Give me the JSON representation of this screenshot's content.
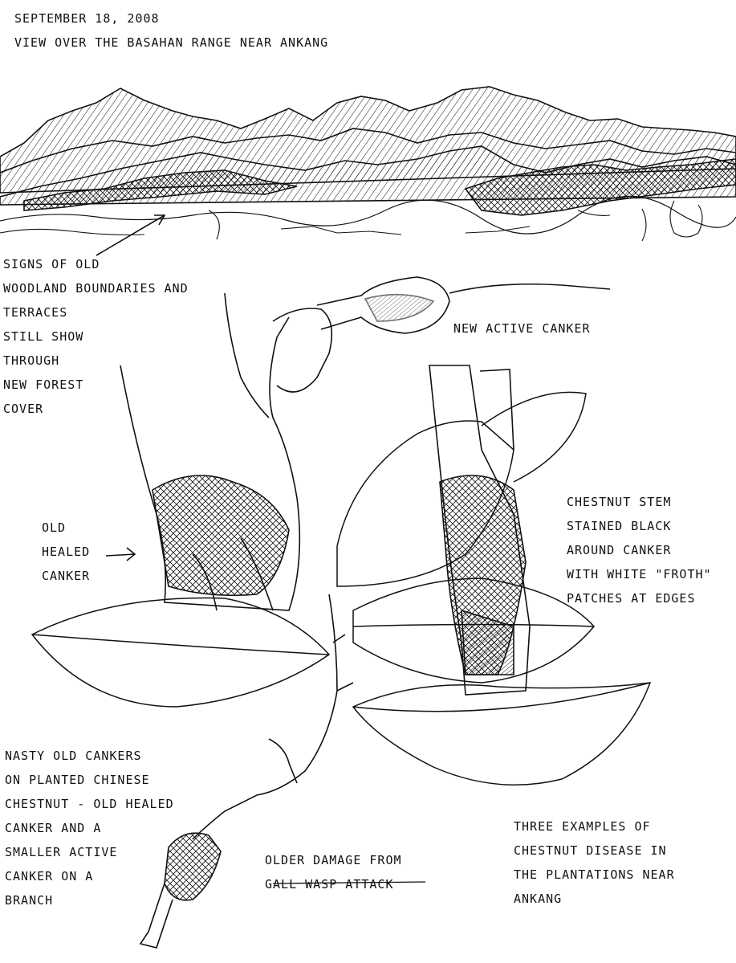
{
  "header": {
    "date": "SEPTEMBER 18, 2008",
    "title": "VIEW OVER THE BASAHAN RANGE NEAR ANKANG"
  },
  "annotations": {
    "woodland": [
      "SIGNS OF OLD",
      "WOODLAND BOUNDARIES AND",
      "TERRACES",
      "STILL SHOW",
      "THROUGH",
      "NEW FOREST",
      "COVER"
    ],
    "new_active_canker": "NEW ACTIVE CANKER",
    "old_healed_canker": [
      "OLD",
      "HEALED",
      "CANKER"
    ],
    "chestnut_stem": [
      "CHESTNUT STEM",
      "STAINED BLACK",
      "AROUND CANKER",
      "WITH WHITE \"FROTH\"",
      "PATCHES AT EDGES"
    ],
    "nasty_cankers": [
      "NASTY OLD CANKERS",
      "ON PLANTED CHINESE",
      "CHESTNUT - OLD HEALED",
      "CANKER AND A",
      "SMALLER ACTIVE",
      "CANKER ON A",
      "BRANCH"
    ],
    "gall_wasp": [
      "OLDER DAMAGE FROM",
      "GALL WASP ATTACK"
    ],
    "three_examples": [
      "THREE EXAMPLES OF",
      "CHESTNUT DISEASE IN",
      "THE PLANTATIONS NEAR",
      "ANKANG"
    ]
  },
  "colors": {
    "ink": "#111111",
    "paper": "#ffffff"
  }
}
